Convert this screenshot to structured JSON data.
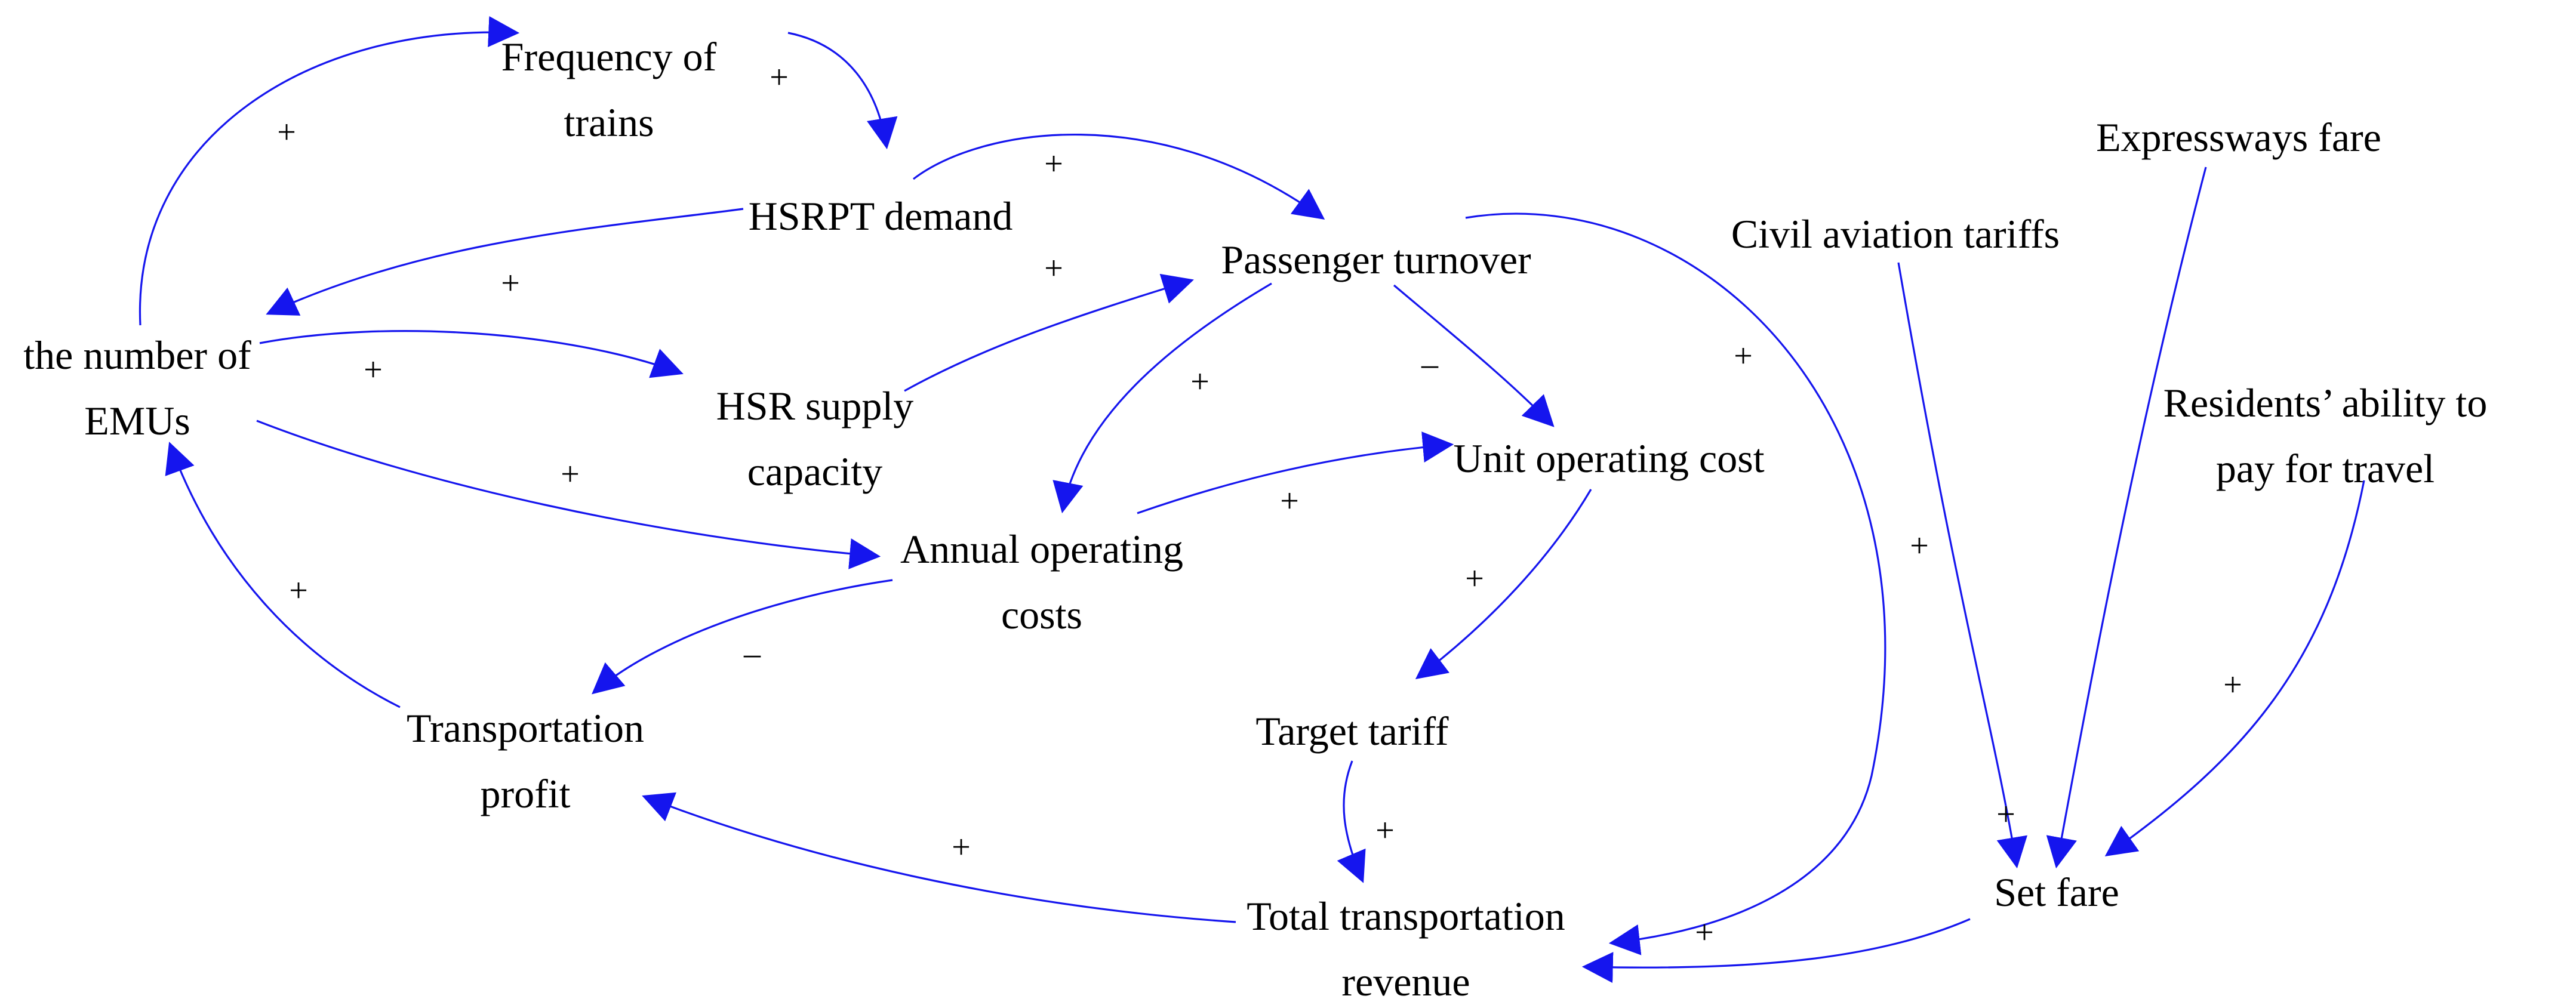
{
  "colors": {
    "arrow": "#1515ee",
    "text": "#000000",
    "background": "#ffffff"
  },
  "nodes": [
    {
      "id": "frequency",
      "lines": [
        "Frequency of",
        "trains"
      ]
    },
    {
      "id": "demand",
      "lines": [
        "HSRPT demand"
      ]
    },
    {
      "id": "turnover",
      "lines": [
        "Passenger turnover"
      ]
    },
    {
      "id": "civil",
      "lines": [
        "Civil aviation tariffs"
      ]
    },
    {
      "id": "expressway",
      "lines": [
        "Expressways fare"
      ]
    },
    {
      "id": "emus",
      "lines": [
        "the number of",
        "EMUs"
      ]
    },
    {
      "id": "capacity",
      "lines": [
        "HSR supply",
        "capacity"
      ]
    },
    {
      "id": "unitcost",
      "lines": [
        "Unit operating cost"
      ]
    },
    {
      "id": "residents",
      "lines": [
        "Residents’ ability to",
        "pay for travel"
      ]
    },
    {
      "id": "annual",
      "lines": [
        "Annual operating",
        "costs"
      ]
    },
    {
      "id": "profit",
      "lines": [
        "Transportation",
        "profit"
      ]
    },
    {
      "id": "target",
      "lines": [
        "Target tariff"
      ]
    },
    {
      "id": "setfare",
      "lines": [
        "Set fare"
      ]
    },
    {
      "id": "revenue",
      "lines": [
        "Total transportation",
        "revenue"
      ]
    }
  ],
  "links": [
    {
      "from": "emus",
      "to": "frequency",
      "polarity": "+"
    },
    {
      "from": "frequency",
      "to": "demand",
      "polarity": "+"
    },
    {
      "from": "demand",
      "to": "turnover",
      "polarity": "+"
    },
    {
      "from": "demand",
      "to": "emus",
      "polarity": "+"
    },
    {
      "from": "emus",
      "to": "capacity",
      "polarity": "+"
    },
    {
      "from": "capacity",
      "to": "turnover",
      "polarity": "+"
    },
    {
      "from": "turnover",
      "to": "annual",
      "polarity": "+"
    },
    {
      "from": "turnover",
      "to": "unitcost",
      "polarity": "–"
    },
    {
      "from": "turnover",
      "to": "revenue",
      "polarity": "+"
    },
    {
      "from": "emus",
      "to": "annual",
      "polarity": "+"
    },
    {
      "from": "annual",
      "to": "unitcost",
      "polarity": "+"
    },
    {
      "from": "unitcost",
      "to": "target",
      "polarity": "+"
    },
    {
      "from": "annual",
      "to": "profit",
      "polarity": "–"
    },
    {
      "from": "profit",
      "to": "emus",
      "polarity": "+"
    },
    {
      "from": "target",
      "to": "revenue",
      "polarity": "+"
    },
    {
      "from": "revenue",
      "to": "profit",
      "polarity": "+"
    },
    {
      "from": "civil",
      "to": "setfare",
      "polarity": "+"
    },
    {
      "from": "expressway",
      "to": "setfare",
      "polarity": "+"
    },
    {
      "from": "residents",
      "to": "setfare",
      "polarity": "+"
    },
    {
      "from": "setfare",
      "to": "revenue",
      "polarity": "+"
    }
  ]
}
